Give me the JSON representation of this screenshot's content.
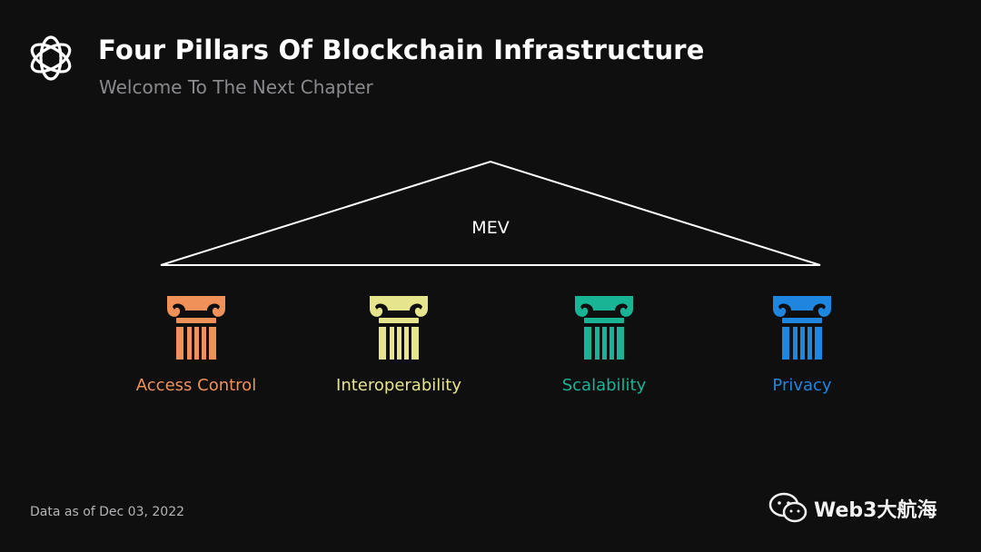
{
  "header": {
    "title": "Four Pillars Of Blockchain Infrastructure",
    "subtitle": "Welcome To The Next Chapter"
  },
  "roof": {
    "label": "MEV"
  },
  "pillars": [
    {
      "label": "Access Control",
      "color": "#f0915a",
      "icon": "pillar-icon"
    },
    {
      "label": "Interoperability",
      "color": "#e6e48c",
      "icon": "pillar-icon"
    },
    {
      "label": "Scalability",
      "color": "#19b396",
      "icon": "pillar-icon"
    },
    {
      "label": "Privacy",
      "color": "#1f86e0",
      "icon": "pillar-icon"
    }
  ],
  "footer": {
    "note": "Data as of Dec 03, 2022"
  },
  "watermark": {
    "text": "Web3大航海",
    "icon": "wechat-icon"
  }
}
